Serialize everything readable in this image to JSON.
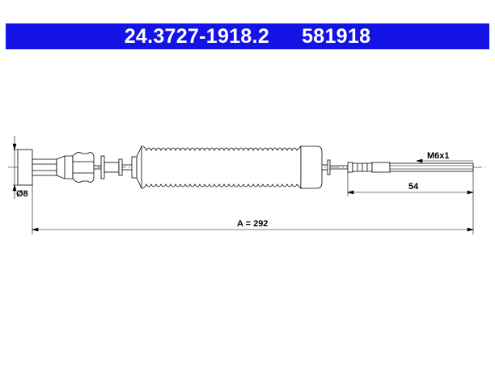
{
  "header": {
    "part_number": "24.3727-1918.2",
    "reference": "581918",
    "bar_color": "#1414e6"
  },
  "dimensions": {
    "diameter_label": "Ø8",
    "thread_label": "M6x1",
    "end_length_label": "54",
    "total_length_label": "A = 292"
  },
  "drawing": {
    "line_color": "#000000",
    "boot_fill": "#ffffff"
  }
}
